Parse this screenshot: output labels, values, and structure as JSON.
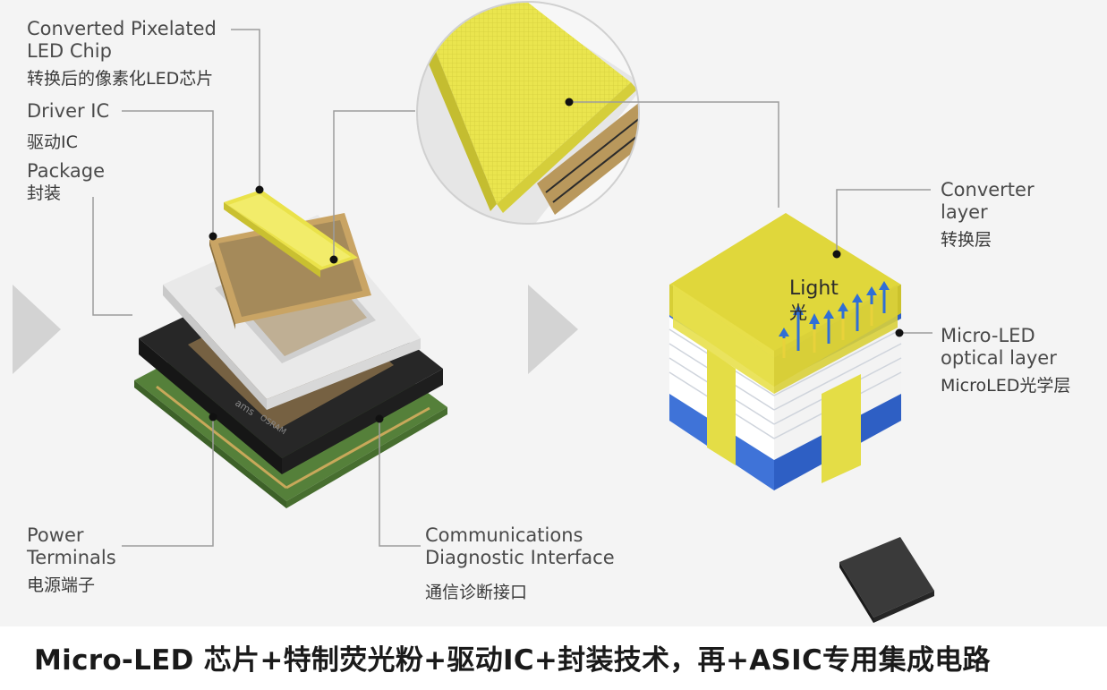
{
  "labels": {
    "converted_chip": {
      "line1": "Converted Pixelated",
      "line2": "LED Chip",
      "cn": "转换后的像素化LED芯片"
    },
    "driver_ic": {
      "en": "Driver IC",
      "cn": "驱动IC"
    },
    "package": {
      "en": "Package",
      "cn": "封装"
    },
    "power_terminals": {
      "line1": "Power",
      "line2": "Terminals",
      "cn": "电源端子"
    },
    "comm_interface": {
      "line1": "Communications",
      "line2": "Diagnostic Interface",
      "cn": "通信诊断接口"
    },
    "converter_layer": {
      "line1": "Converter",
      "line2": "layer",
      "cn": "转换层"
    },
    "microled_layer": {
      "line1": "Micro-LED",
      "line2": "optical layer",
      "cn": "MicroLED光学层"
    },
    "light": {
      "en": "Light",
      "cn": "光"
    }
  },
  "chip_branding": {
    "brand1": "ams",
    "brand2": "OSRAM"
  },
  "caption": "Micro-LED 芯片+特制荧光粉+驱动IC+封装技术，再+ASIC专用集成电路",
  "colors": {
    "yellow": "#e8e24a",
    "blue": "#3f73d8",
    "grey_arrow": "#d3d3d3",
    "pcb_green": "#4f7a32",
    "black_pkg": "#262626"
  }
}
